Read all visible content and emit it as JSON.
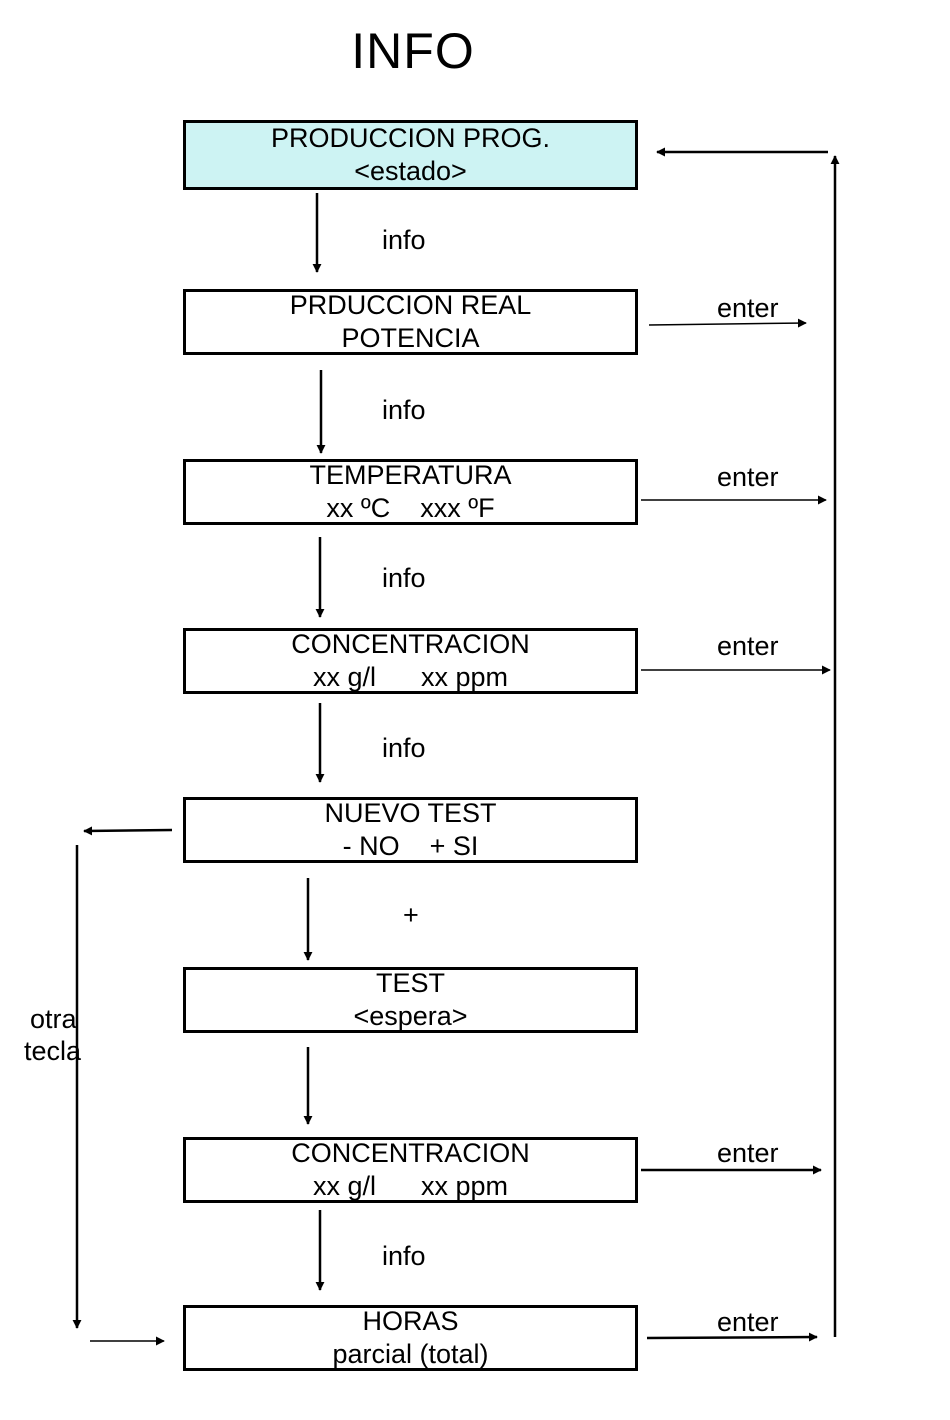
{
  "title": "INFO",
  "boxes": [
    {
      "id": "produccion-prog",
      "line1": "PRODUCCION PROG.",
      "line2": "<estado>",
      "fill": "#cdf3f3"
    },
    {
      "id": "produccion-real",
      "line1": "PRDUCCION REAL",
      "line2": "POTENCIA"
    },
    {
      "id": "temperatura",
      "line1": "TEMPERATURA",
      "line2": "xx ºC    xxx ºF"
    },
    {
      "id": "concentracion-1",
      "line1": "CONCENTRACION",
      "line2": "xx g/l      xx ppm"
    },
    {
      "id": "nuevo-test",
      "line1": "NUEVO TEST",
      "line2": "- NO    + SI"
    },
    {
      "id": "test",
      "line1": "TEST",
      "line2": "<espera>"
    },
    {
      "id": "concentracion-2",
      "line1": "CONCENTRACION",
      "line2": "xx g/l      xx ppm"
    },
    {
      "id": "horas",
      "line1": "HORAS",
      "line2": "parcial (total)"
    }
  ],
  "down_labels": [
    "info",
    "info",
    "info",
    "info",
    "+",
    "",
    "info"
  ],
  "enter_label": "enter",
  "side_label": [
    "otra",
    "tecla"
  ]
}
